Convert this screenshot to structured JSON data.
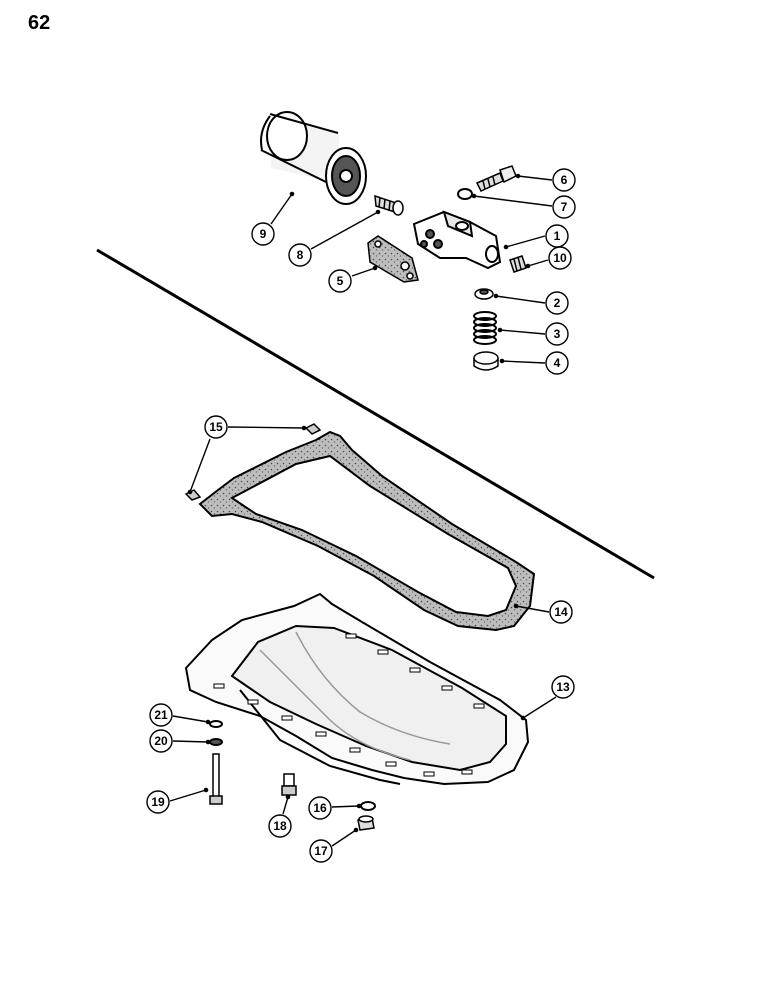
{
  "page_number": "62",
  "callouts": [
    {
      "label": "1"
    },
    {
      "label": "2"
    },
    {
      "label": "3"
    },
    {
      "label": "4"
    },
    {
      "label": "5"
    },
    {
      "label": "6"
    },
    {
      "label": "7"
    },
    {
      "label": "8"
    },
    {
      "label": "9"
    },
    {
      "label": "10"
    },
    {
      "label": "13"
    },
    {
      "label": "14"
    },
    {
      "label": "15"
    },
    {
      "label": "16"
    },
    {
      "label": "17"
    },
    {
      "label": "18"
    },
    {
      "label": "19"
    },
    {
      "label": "20"
    },
    {
      "label": "21"
    }
  ]
}
